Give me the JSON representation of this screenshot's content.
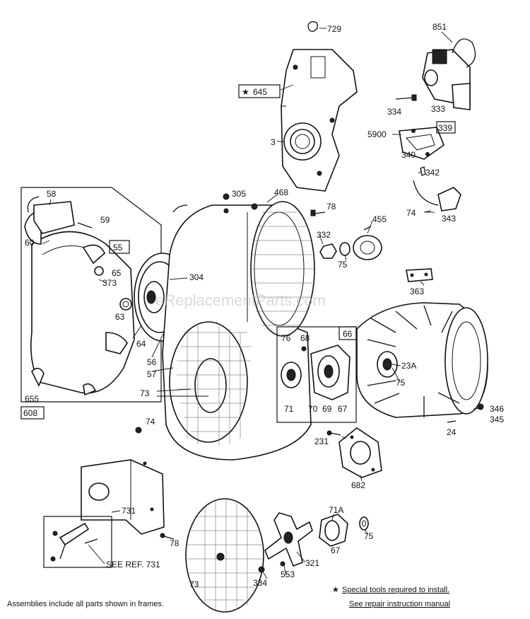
{
  "callouts": {
    "c729": "729",
    "c645": "645",
    "c851": "851",
    "c3": "3",
    "c334a": "334",
    "c333": "333",
    "c5900": "5900",
    "c339": "339",
    "c340": "340",
    "c342": "342",
    "c343": "343",
    "c74a": "74",
    "c58": "58",
    "c59": "59",
    "c60": "60",
    "c55": "55",
    "c65": "65",
    "c373": "373",
    "c63": "63",
    "c64": "64",
    "c56": "56",
    "c57": "57",
    "c655": "655",
    "c608": "608",
    "c305": "305",
    "c468": "468",
    "c78a": "78",
    "c304": "304",
    "c332": "332",
    "c455": "455",
    "c75a": "75",
    "c363": "363",
    "c66": "66",
    "c76": "76",
    "c68": "68",
    "c71": "71",
    "c70": "70",
    "c69": "69",
    "c67a": "67",
    "c23a": "23A",
    "c75b": "75",
    "c346": "346",
    "c345": "345",
    "c24": "24",
    "c73a": "73",
    "c74b": "74",
    "c231": "231",
    "c682": "682",
    "c731": "731",
    "c78b": "78",
    "c73b": "73",
    "c334b": "334",
    "c553": "553",
    "c321": "321",
    "c71a": "71A",
    "c67b": "67",
    "c75c": "75"
  },
  "see_ref": "SEE REF. 731",
  "notes": {
    "assemblies": "Assemblies include all parts shown in frames.",
    "special_tools": "Special tools required to install.",
    "see_repair": "See repair instruction manual"
  },
  "watermark": "eReplacementParts.com",
  "icons": {
    "star": "star-icon"
  }
}
